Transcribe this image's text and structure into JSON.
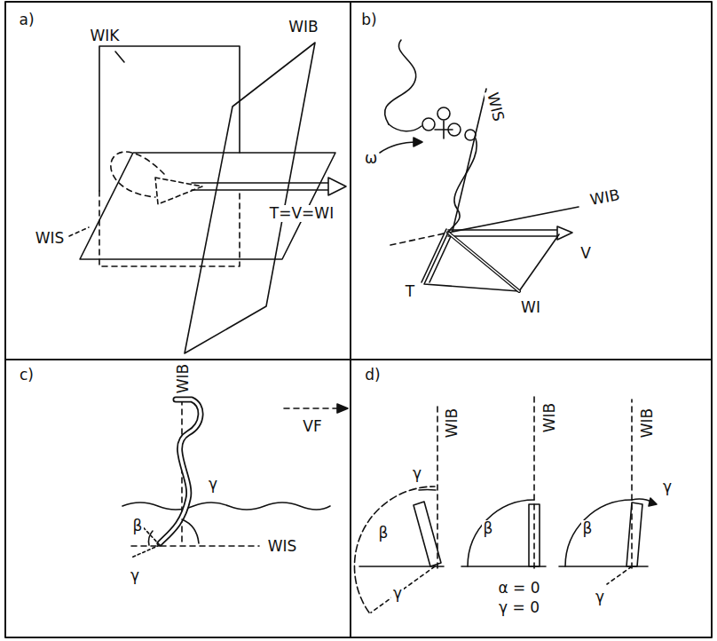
{
  "diagram": {
    "labels": [
      "a)",
      "WIK",
      "WIB",
      "WIS",
      "T=V=WI",
      "b)",
      "ω",
      "WIS",
      "WIB",
      "V",
      "T",
      "WI",
      "c)",
      "WIB",
      "VF",
      "β",
      "γ",
      "WIS",
      "γ",
      "d)",
      "WIB",
      "WIB",
      "WIB",
      "γ",
      "β",
      "γ",
      "β",
      "α = 0",
      "γ = 0",
      "β",
      "γ",
      "γ"
    ]
  }
}
